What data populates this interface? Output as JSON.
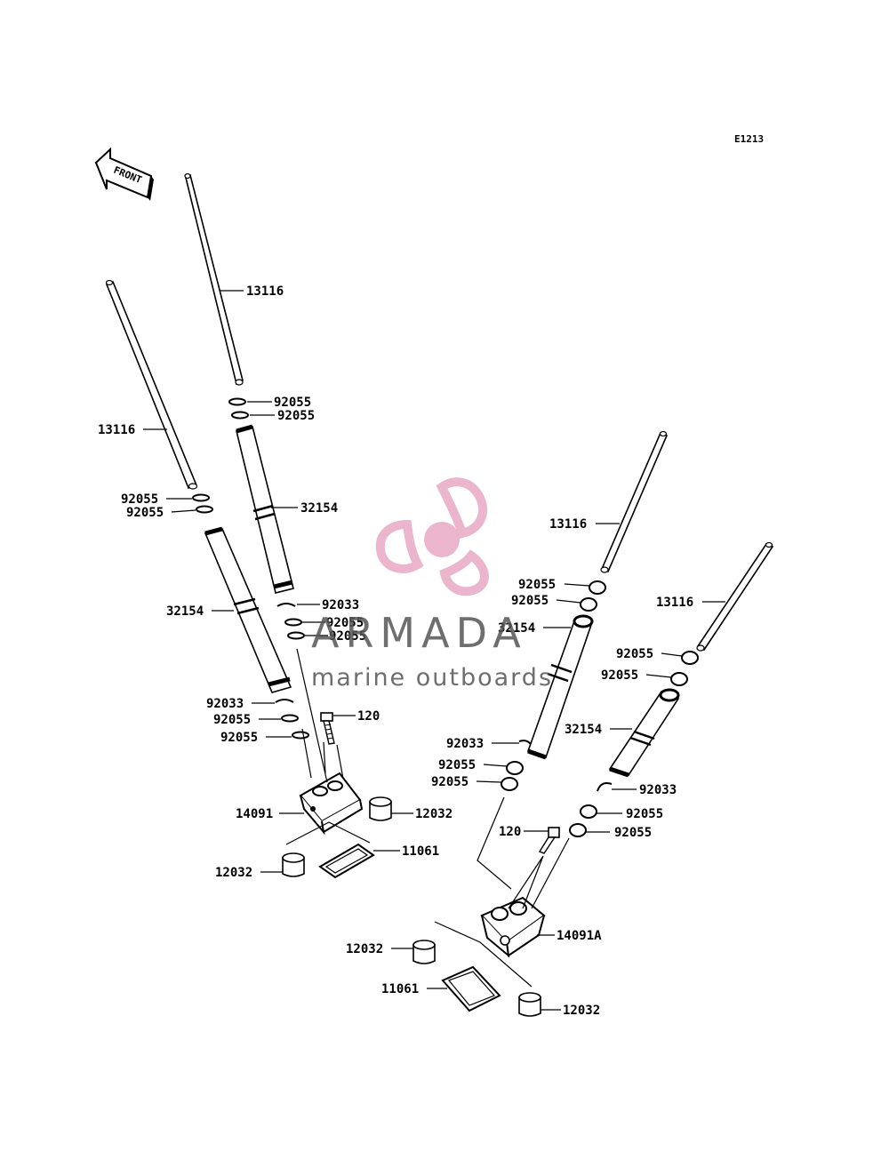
{
  "diagram_code": "E1213",
  "front_arrow_label": "FRONT",
  "watermark": {
    "title": "ARMADA",
    "subtitle": "marine outboards",
    "logo_color": "#e8a9c6",
    "text_color": "#555555"
  },
  "callouts": {
    "c13116_a": "13116",
    "c13116_b": "13116",
    "c13116_c": "13116",
    "c13116_d": "13116",
    "c92055_1": "92055",
    "c92055_2": "92055",
    "c92055_3": "92055",
    "c92055_4": "92055",
    "c92055_5": "92055",
    "c92055_6": "92055",
    "c92055_7": "92055",
    "c92055_8": "92055",
    "c92055_9": "92055",
    "c92055_10": "92055",
    "c92055_11": "92055",
    "c92055_12": "92055",
    "c92055_13": "92055",
    "c92055_14": "92055",
    "c92055_15": "92055",
    "c92055_16": "92055",
    "c32154_a": "32154",
    "c32154_b": "32154",
    "c32154_c": "32154",
    "c32154_d": "32154",
    "c92033_a": "92033",
    "c92033_b": "92033",
    "c92033_c": "92033",
    "c92033_d": "92033",
    "c120_a": "120",
    "c120_b": "120",
    "c14091": "14091",
    "c14091A": "14091A",
    "c12032_a": "12032",
    "c12032_b": "12032",
    "c12032_c": "12032",
    "c12032_d": "12032",
    "c11061_a": "11061",
    "c11061_b": "11061"
  }
}
